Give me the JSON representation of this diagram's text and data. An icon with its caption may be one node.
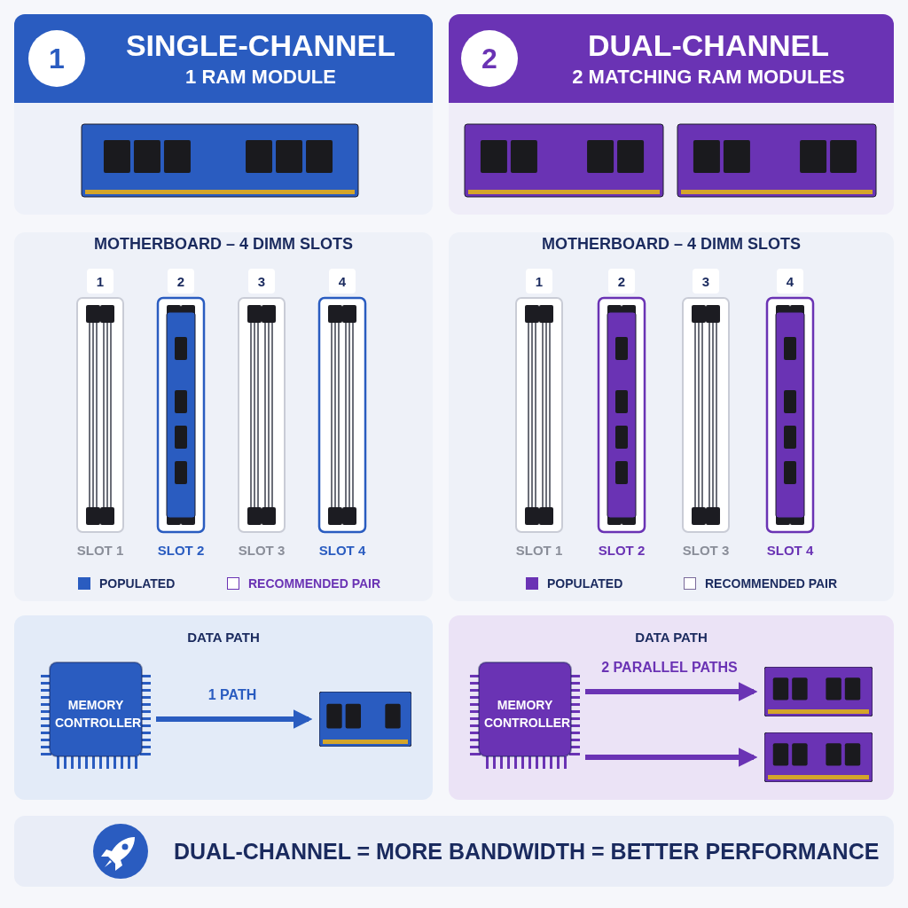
{
  "diagram": {
    "nodes": [
      {
        "text": [
          "SINGLE-CHANNEL",
          "1 RAM MODULE"
        ]
      },
      {
        "text": [
          "1"
        ],
        "in": 0
      },
      {
        "text": [
          "DUAL-CHANNEL",
          "2 MATCHING RAM MODULES"
        ]
      },
      {
        "text": [
          "2"
        ],
        "in": 2
      },
      {
        "text": [
          "MOTHERBOARD – 4 DIMM SLOTS"
        ]
      },
      {
        "text": [
          "1"
        ],
        "in": 4
      },
      {
        "text": [
          "2"
        ],
        "in": 4
      },
      {
        "text": [
          "3"
        ],
        "in": 4
      },
      {
        "text": [
          "4"
        ],
        "in": 4
      },
      {
        "text": [
          "MOTHERBOARD – 4 DIMM SLOTS"
        ]
      },
      {
        "text": [
          "1"
        ],
        "in": 9
      },
      {
        "text": [
          "2"
        ],
        "in": 9
      },
      {
        "text": [
          "3"
        ],
        "in": 9
      },
      {
        "text": [
          "4"
        ],
        "in": 9
      },
      {
        "text": [
          "DATA PATH"
        ]
      },
      {
        "text": [
          "MEMORY CONTROLLER"
        ],
        "in": 14
      },
      {
        "text": [],
        "shape": "picture",
        "in": 14
      },
      {
        "text": [
          "DATA PATH"
        ]
      },
      {
        "text": [
          "MEMORY CONTROLLER"
        ],
        "in": 17
      },
      {
        "text": [],
        "shape": "picture",
        "in": 17
      },
      {
        "text": [],
        "shape": "picture",
        "in": 17
      },
      {
        "text": [
          "DUAL-CHANNEL = MORE BANDWIDTH = BETTER PERFORMANCE"
        ]
      }
    ],
    "edges": [
      {
        "from": 15,
        "to": 16,
        "arrow": "to",
        "label": "1 PATH",
        "color": "#2a5cc0"
      },
      {
        "from": 18,
        "to": 19,
        "arrow": "to",
        "label": "2 PARALLEL PATHS"
      },
      {
        "from": 18,
        "to": 20,
        "arrow": "to"
      }
    ],
    "labels": [
      "SLOT 1",
      "SLOT 2",
      "SLOT 3",
      "SLOT 4",
      "SLOT 1",
      "SLOT 2",
      "SLOT 3",
      "SLOT 4"
    ],
    "legend": [
      {
        "text": "POPULATED",
        "color": "#2a5cc0"
      },
      {
        "text": "RECOMMENDED PAIR"
      },
      {
        "text": "POPULATED",
        "color": "#6a33b4"
      },
      {
        "text": "RECOMMENDED PAIR"
      }
    ]
  }
}
